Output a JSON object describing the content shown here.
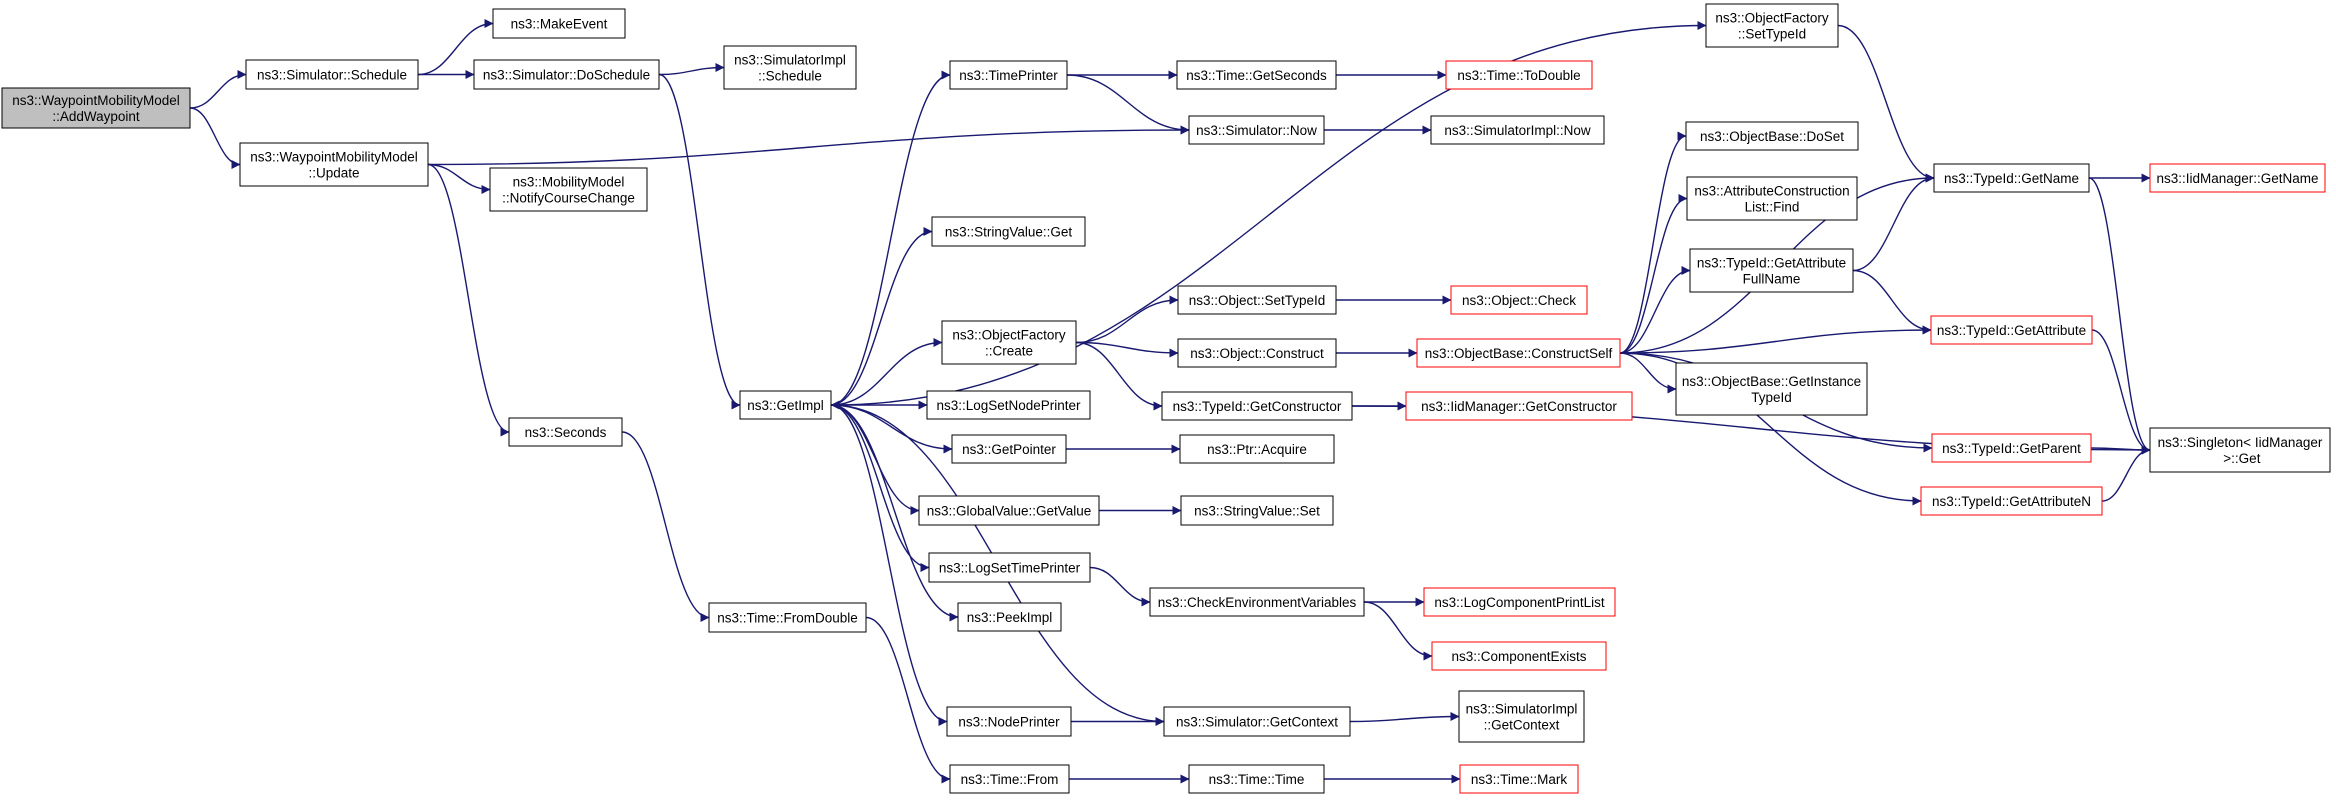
{
  "colors": {
    "edge": "#191970",
    "box_border": "#000000",
    "truncated_border": "#ff0000",
    "root_fill": "#bfbfbf",
    "node_fill": "#ffffff"
  },
  "nodes": [
    {
      "id": "root",
      "lines": [
        "ns3::WaypointMobilityModel",
        "::AddWaypoint"
      ],
      "kind": "root"
    },
    {
      "id": "schedule",
      "lines": [
        "ns3::Simulator::Schedule"
      ],
      "kind": "normal"
    },
    {
      "id": "makeevent",
      "lines": [
        "ns3::MakeEvent"
      ],
      "kind": "normal"
    },
    {
      "id": "doschedule",
      "lines": [
        "ns3::Simulator::DoSchedule"
      ],
      "kind": "normal"
    },
    {
      "id": "simimplschedule",
      "lines": [
        "ns3::SimulatorImpl",
        "::Schedule"
      ],
      "kind": "normal"
    },
    {
      "id": "update",
      "lines": [
        "ns3::WaypointMobilityModel",
        "::Update"
      ],
      "kind": "normal"
    },
    {
      "id": "notify",
      "lines": [
        "ns3::MobilityModel",
        "::NotifyCourseChange"
      ],
      "kind": "normal"
    },
    {
      "id": "seconds",
      "lines": [
        "ns3::Seconds"
      ],
      "kind": "normal"
    },
    {
      "id": "fromdouble",
      "lines": [
        "ns3::Time::FromDouble"
      ],
      "kind": "normal"
    },
    {
      "id": "getimpl",
      "lines": [
        "ns3::GetImpl"
      ],
      "kind": "normal"
    },
    {
      "id": "timeprinter",
      "lines": [
        "ns3::TimePrinter"
      ],
      "kind": "normal"
    },
    {
      "id": "stringvalueget",
      "lines": [
        "ns3::StringValue::Get"
      ],
      "kind": "normal"
    },
    {
      "id": "ofcreate",
      "lines": [
        "ns3::ObjectFactory",
        "::Create"
      ],
      "kind": "normal"
    },
    {
      "id": "logsetnodeprinter",
      "lines": [
        "ns3::LogSetNodePrinter"
      ],
      "kind": "normal"
    },
    {
      "id": "getpointer",
      "lines": [
        "ns3::GetPointer"
      ],
      "kind": "normal"
    },
    {
      "id": "gvgetvalue",
      "lines": [
        "ns3::GlobalValue::GetValue"
      ],
      "kind": "normal"
    },
    {
      "id": "logsettimeprinter",
      "lines": [
        "ns3::LogSetTimePrinter"
      ],
      "kind": "normal"
    },
    {
      "id": "peekimpl",
      "lines": [
        "ns3::PeekImpl"
      ],
      "kind": "normal"
    },
    {
      "id": "nodeprinter",
      "lines": [
        "ns3::NodePrinter"
      ],
      "kind": "normal"
    },
    {
      "id": "timefrom",
      "lines": [
        "ns3::Time::From"
      ],
      "kind": "normal"
    },
    {
      "id": "timegetseconds",
      "lines": [
        "ns3::Time::GetSeconds"
      ],
      "kind": "normal"
    },
    {
      "id": "timetodouble",
      "lines": [
        "ns3::Time::ToDouble"
      ],
      "kind": "truncated"
    },
    {
      "id": "simnow",
      "lines": [
        "ns3::Simulator::Now"
      ],
      "kind": "normal"
    },
    {
      "id": "simimplnow",
      "lines": [
        "ns3::SimulatorImpl::Now"
      ],
      "kind": "normal"
    },
    {
      "id": "objsettypeid",
      "lines": [
        "ns3::Object::SetTypeId"
      ],
      "kind": "normal"
    },
    {
      "id": "objcheck",
      "lines": [
        "ns3::Object::Check"
      ],
      "kind": "truncated"
    },
    {
      "id": "objconstruct",
      "lines": [
        "ns3::Object::Construct"
      ],
      "kind": "normal"
    },
    {
      "id": "tidgetconstructor",
      "lines": [
        "ns3::TypeId::GetConstructor"
      ],
      "kind": "normal"
    },
    {
      "id": "iidgetconstructor",
      "lines": [
        "ns3::IidManager::GetConstructor"
      ],
      "kind": "truncated"
    },
    {
      "id": "ptracquire",
      "lines": [
        "ns3::Ptr::Acquire"
      ],
      "kind": "normal"
    },
    {
      "id": "svset",
      "lines": [
        "ns3::StringValue::Set"
      ],
      "kind": "normal"
    },
    {
      "id": "checkenv",
      "lines": [
        "ns3::CheckEnvironmentVariables"
      ],
      "kind": "normal"
    },
    {
      "id": "logcompprintlist",
      "lines": [
        "ns3::LogComponentPrintList"
      ],
      "kind": "truncated"
    },
    {
      "id": "compexists",
      "lines": [
        "ns3::ComponentExists"
      ],
      "kind": "truncated"
    },
    {
      "id": "simgetcontext",
      "lines": [
        "ns3::Simulator::GetContext"
      ],
      "kind": "normal"
    },
    {
      "id": "simimplgetcontext",
      "lines": [
        "ns3::SimulatorImpl",
        "::GetContext"
      ],
      "kind": "normal"
    },
    {
      "id": "timetime",
      "lines": [
        "ns3::Time::Time"
      ],
      "kind": "normal"
    },
    {
      "id": "timemark",
      "lines": [
        "ns3::Time::Mark"
      ],
      "kind": "truncated"
    },
    {
      "id": "ofsettypeid",
      "lines": [
        "ns3::ObjectFactory",
        "::SetTypeId"
      ],
      "kind": "normal"
    },
    {
      "id": "obdoset",
      "lines": [
        "ns3::ObjectBase::DoSet"
      ],
      "kind": "normal"
    },
    {
      "id": "acfind",
      "lines": [
        "ns3::AttributeConstruction",
        "List::Find"
      ],
      "kind": "normal"
    },
    {
      "id": "tidgetattrfullname",
      "lines": [
        "ns3::TypeId::GetAttribute",
        "FullName"
      ],
      "kind": "normal"
    },
    {
      "id": "obconstructself",
      "lines": [
        "ns3::ObjectBase::ConstructSelf"
      ],
      "kind": "truncated"
    },
    {
      "id": "obgetinstancetypeid",
      "lines": [
        "ns3::ObjectBase::GetInstance",
        "TypeId"
      ],
      "kind": "normal"
    },
    {
      "id": "tidgetname",
      "lines": [
        "ns3::TypeId::GetName"
      ],
      "kind": "normal"
    },
    {
      "id": "iidgetname",
      "lines": [
        "ns3::IidManager::GetName"
      ],
      "kind": "truncated"
    },
    {
      "id": "tidgetattribute",
      "lines": [
        "ns3::TypeId::GetAttribute"
      ],
      "kind": "truncated"
    },
    {
      "id": "tidgetparent",
      "lines": [
        "ns3::TypeId::GetParent"
      ],
      "kind": "truncated"
    },
    {
      "id": "tidgetattributen",
      "lines": [
        "ns3::TypeId::GetAttributeN"
      ],
      "kind": "truncated"
    },
    {
      "id": "singletonget",
      "lines": [
        "ns3::Singleton< IidManager",
        " >::Get"
      ],
      "kind": "normal"
    }
  ],
  "edges": [
    [
      "root",
      "schedule"
    ],
    [
      "root",
      "update"
    ],
    [
      "schedule",
      "makeevent"
    ],
    [
      "schedule",
      "doschedule"
    ],
    [
      "doschedule",
      "simimplschedule"
    ],
    [
      "doschedule",
      "getimpl"
    ],
    [
      "update",
      "notify"
    ],
    [
      "update",
      "seconds"
    ],
    [
      "update",
      "simnow"
    ],
    [
      "seconds",
      "fromdouble"
    ],
    [
      "fromdouble",
      "timefrom"
    ],
    [
      "getimpl",
      "timeprinter"
    ],
    [
      "getimpl",
      "stringvalueget"
    ],
    [
      "getimpl",
      "ofcreate"
    ],
    [
      "getimpl",
      "logsetnodeprinter"
    ],
    [
      "getimpl",
      "getpointer"
    ],
    [
      "getimpl",
      "gvgetvalue"
    ],
    [
      "getimpl",
      "logsettimeprinter"
    ],
    [
      "getimpl",
      "peekimpl"
    ],
    [
      "getimpl",
      "nodeprinter"
    ],
    [
      "getimpl",
      "ofsettypeid"
    ],
    [
      "timeprinter",
      "timegetseconds"
    ],
    [
      "timeprinter",
      "simnow"
    ],
    [
      "timegetseconds",
      "timetodouble"
    ],
    [
      "simnow",
      "simimplnow"
    ],
    [
      "ofcreate",
      "objsettypeid"
    ],
    [
      "ofcreate",
      "objconstruct"
    ],
    [
      "ofcreate",
      "tidgetconstructor"
    ],
    [
      "objsettypeid",
      "objcheck"
    ],
    [
      "objconstruct",
      "obconstructself"
    ],
    [
      "tidgetconstructor",
      "iidgetconstructor"
    ],
    [
      "tidgetconstructor",
      "singletonget"
    ],
    [
      "getpointer",
      "ptracquire"
    ],
    [
      "gvgetvalue",
      "svset"
    ],
    [
      "logsettimeprinter",
      "checkenv"
    ],
    [
      "checkenv",
      "logcompprintlist"
    ],
    [
      "checkenv",
      "compexists"
    ],
    [
      "nodeprinter",
      "simgetcontext"
    ],
    [
      "simgetcontext",
      "getimpl"
    ],
    [
      "simgetcontext",
      "simimplgetcontext"
    ],
    [
      "timefrom",
      "timetime"
    ],
    [
      "timetime",
      "timemark"
    ],
    [
      "ofsettypeid",
      "tidgetname"
    ],
    [
      "obconstructself",
      "obdoset"
    ],
    [
      "obconstructself",
      "acfind"
    ],
    [
      "obconstructself",
      "tidgetattrfullname"
    ],
    [
      "obconstructself",
      "tidgetname"
    ],
    [
      "obconstructself",
      "tidgetattribute"
    ],
    [
      "obconstructself",
      "obgetinstancetypeid"
    ],
    [
      "obconstructself",
      "tidgetparent"
    ],
    [
      "obconstructself",
      "tidgetattributen"
    ],
    [
      "tidgetattrfullname",
      "tidgetname"
    ],
    [
      "tidgetattrfullname",
      "tidgetattribute"
    ],
    [
      "tidgetname",
      "iidgetname"
    ],
    [
      "tidgetname",
      "singletonget"
    ],
    [
      "tidgetattribute",
      "singletonget"
    ],
    [
      "tidgetparent",
      "singletonget"
    ],
    [
      "tidgetattributen",
      "singletonget"
    ]
  ]
}
